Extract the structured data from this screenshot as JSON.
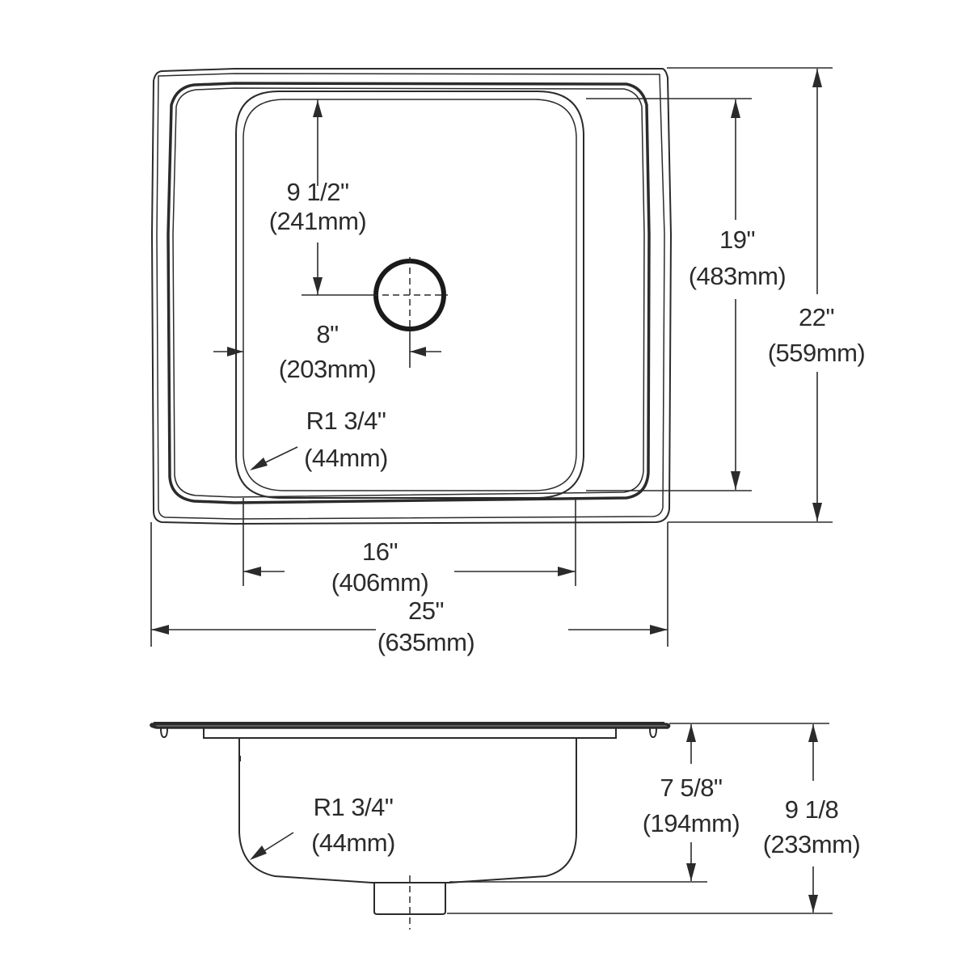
{
  "drawing": {
    "subject": "Single bowl drop-in sink",
    "line_color": "#2b2b2b",
    "background": "#ffffff",
    "top_view": {
      "dimensions": {
        "drain_from_top": {
          "imperial": "9 1/2\"",
          "metric": "(241mm)"
        },
        "drain_from_left": {
          "imperial": "8\"",
          "metric": "(203mm)"
        },
        "bowl_corner_radius": {
          "imperial": "R1 3/4\"",
          "metric": "(44mm)"
        },
        "bowl_length": {
          "imperial": "19\"",
          "metric": "(483mm)"
        },
        "overall_length": {
          "imperial": "22\"",
          "metric": "(559mm)"
        },
        "bowl_width": {
          "imperial": "16\"",
          "metric": "(406mm)"
        },
        "overall_width": {
          "imperial": "25\"",
          "metric": "(635mm)"
        }
      }
    },
    "side_view": {
      "dimensions": {
        "bowl_corner_radius": {
          "imperial": "R1 3/4\"",
          "metric": "(44mm)"
        },
        "bowl_depth": {
          "imperial": "7 5/8\"",
          "metric": "(194mm)"
        },
        "overall_depth": {
          "imperial": "9 1/8",
          "metric": "(233mm)"
        }
      }
    }
  }
}
